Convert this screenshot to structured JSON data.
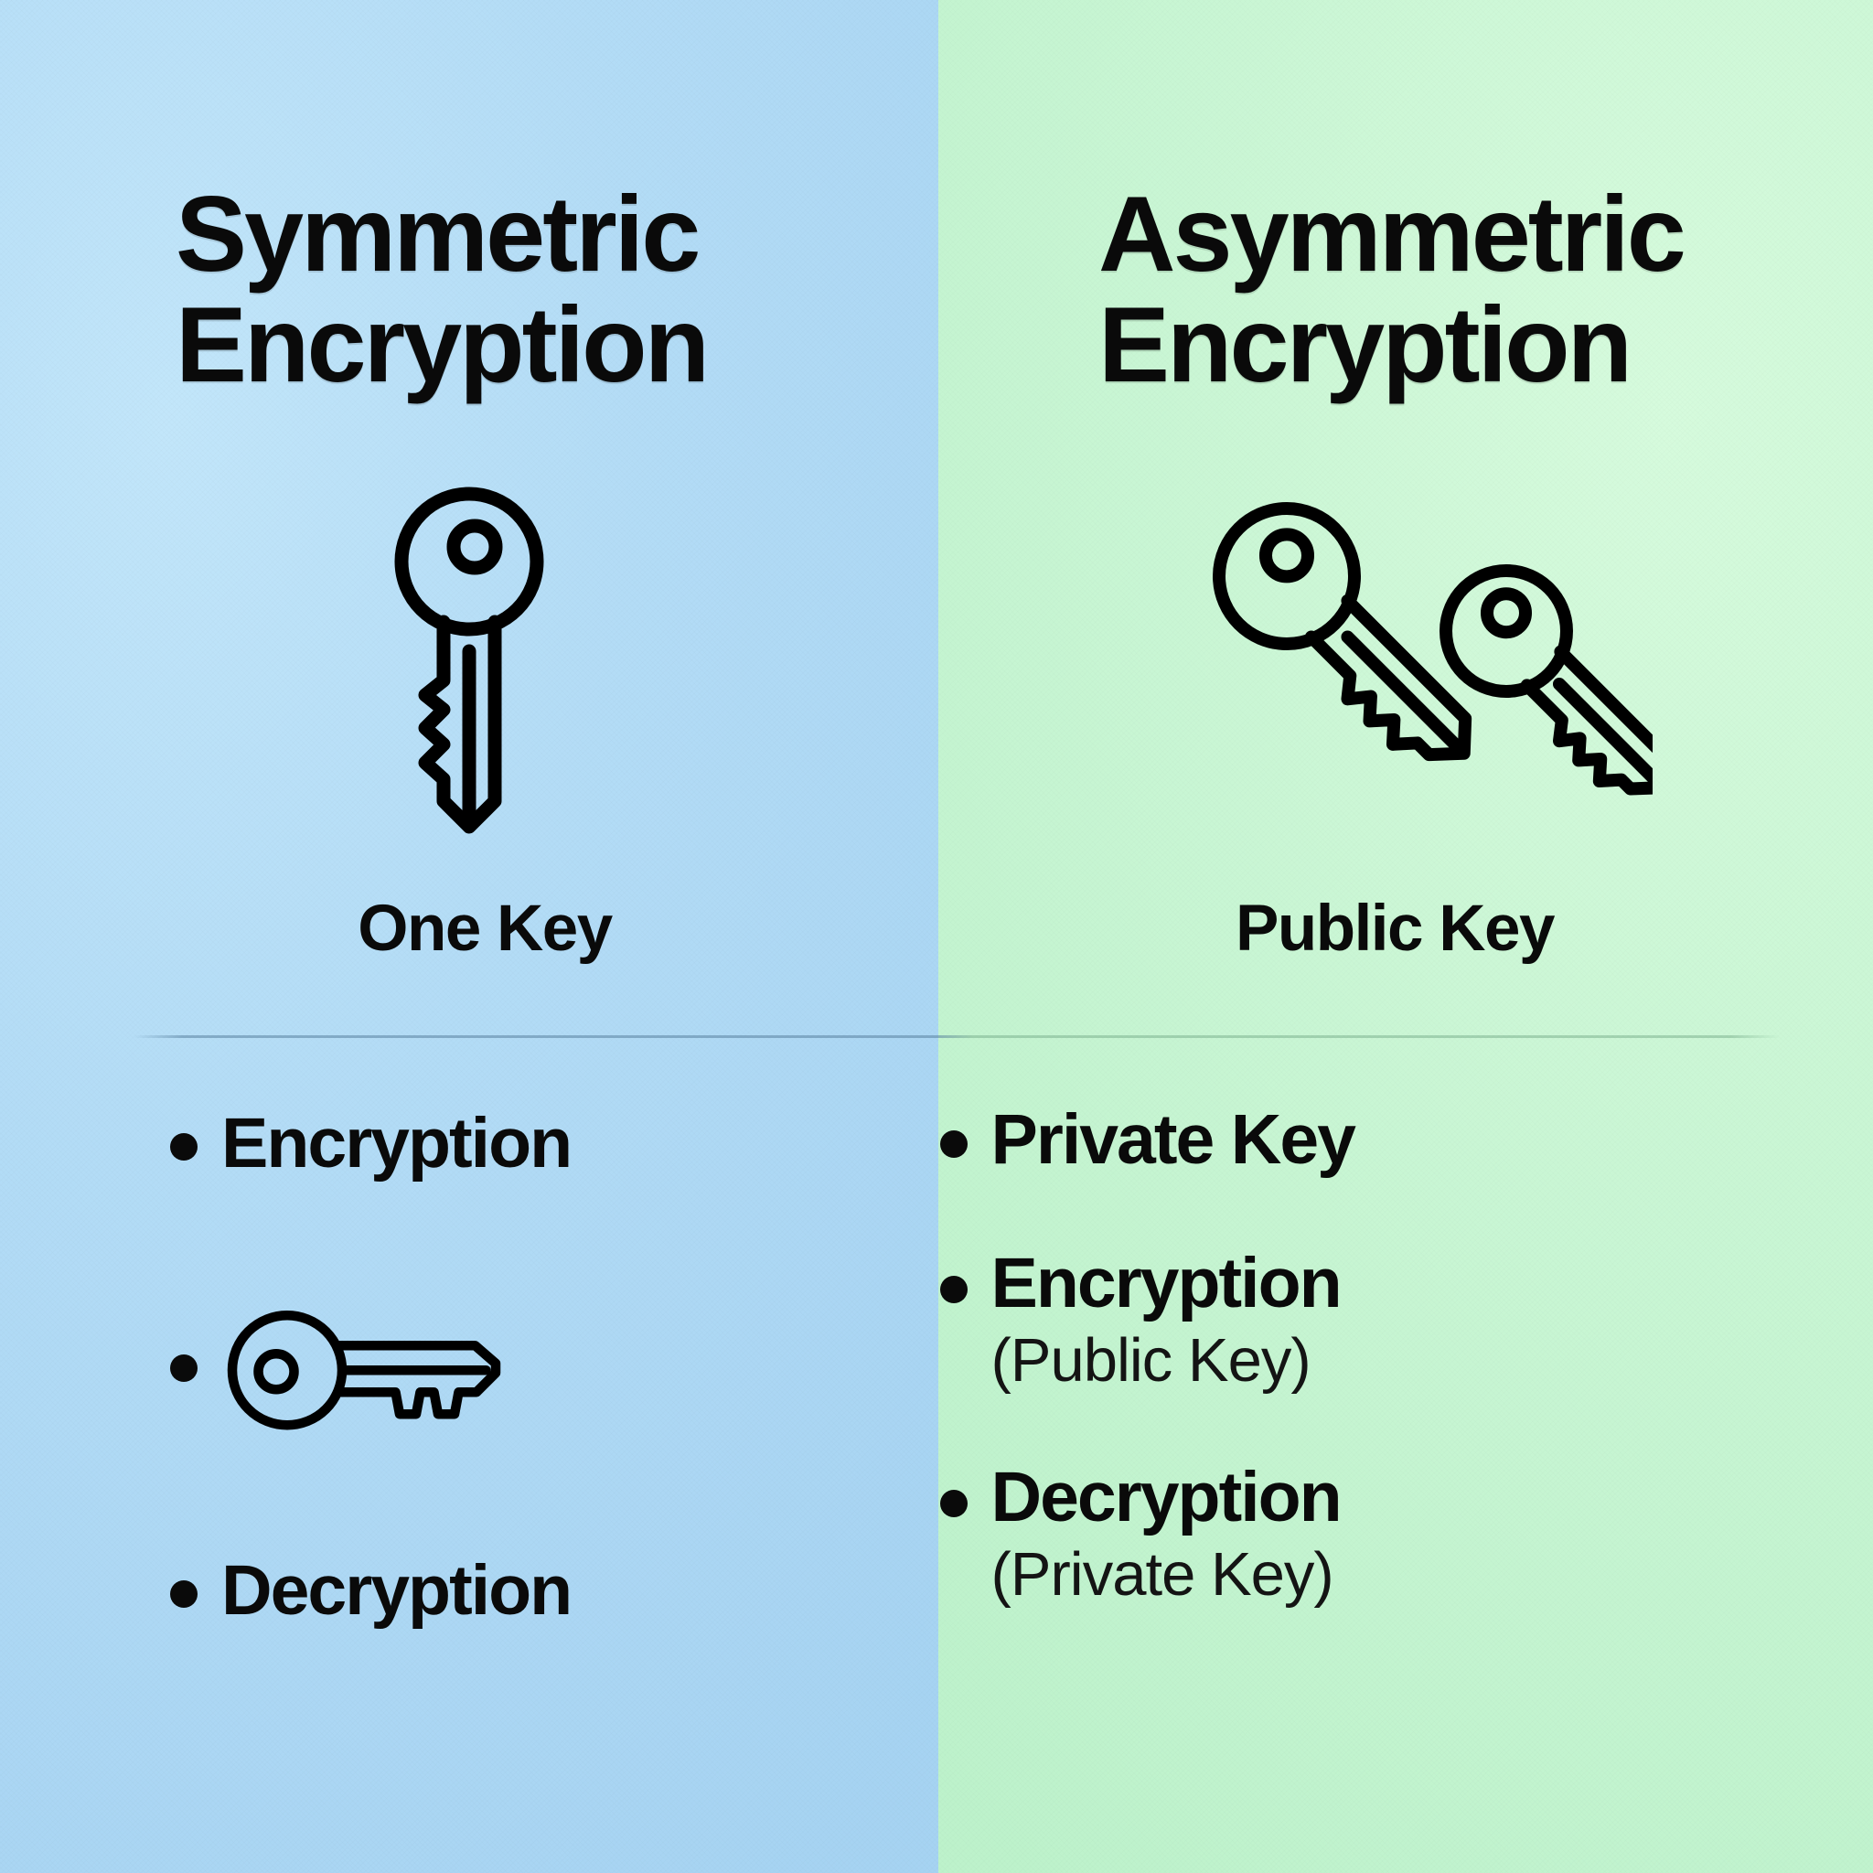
{
  "colors": {
    "left_panel_bg": "#ABD9F2",
    "right_panel_bg": "#C6F7D0",
    "text": "#0A0A0A",
    "divider": "#6E9AB4",
    "icon_stroke": "#000000"
  },
  "left_panel": {
    "title": "Symmetric\nEncryption",
    "hero_icon": "vertical-key-icon",
    "hero_caption": "One Key",
    "bullets": [
      {
        "label": "Encryption",
        "sub": "",
        "icon": ""
      },
      {
        "label": "",
        "sub": "",
        "icon": "horizontal-key-icon"
      },
      {
        "label": "Decryption",
        "sub": "",
        "icon": ""
      }
    ]
  },
  "right_panel": {
    "title": "Asymmetric\nEncryption",
    "hero_icon": "two-keys-icon",
    "hero_caption": "Public Key",
    "bullets": [
      {
        "label": "Private Key",
        "sub": "",
        "icon": ""
      },
      {
        "label": "Encryption",
        "sub": "(Public Key)",
        "icon": ""
      },
      {
        "label": "Decryption",
        "sub": "(Private Key)",
        "icon": ""
      }
    ]
  }
}
